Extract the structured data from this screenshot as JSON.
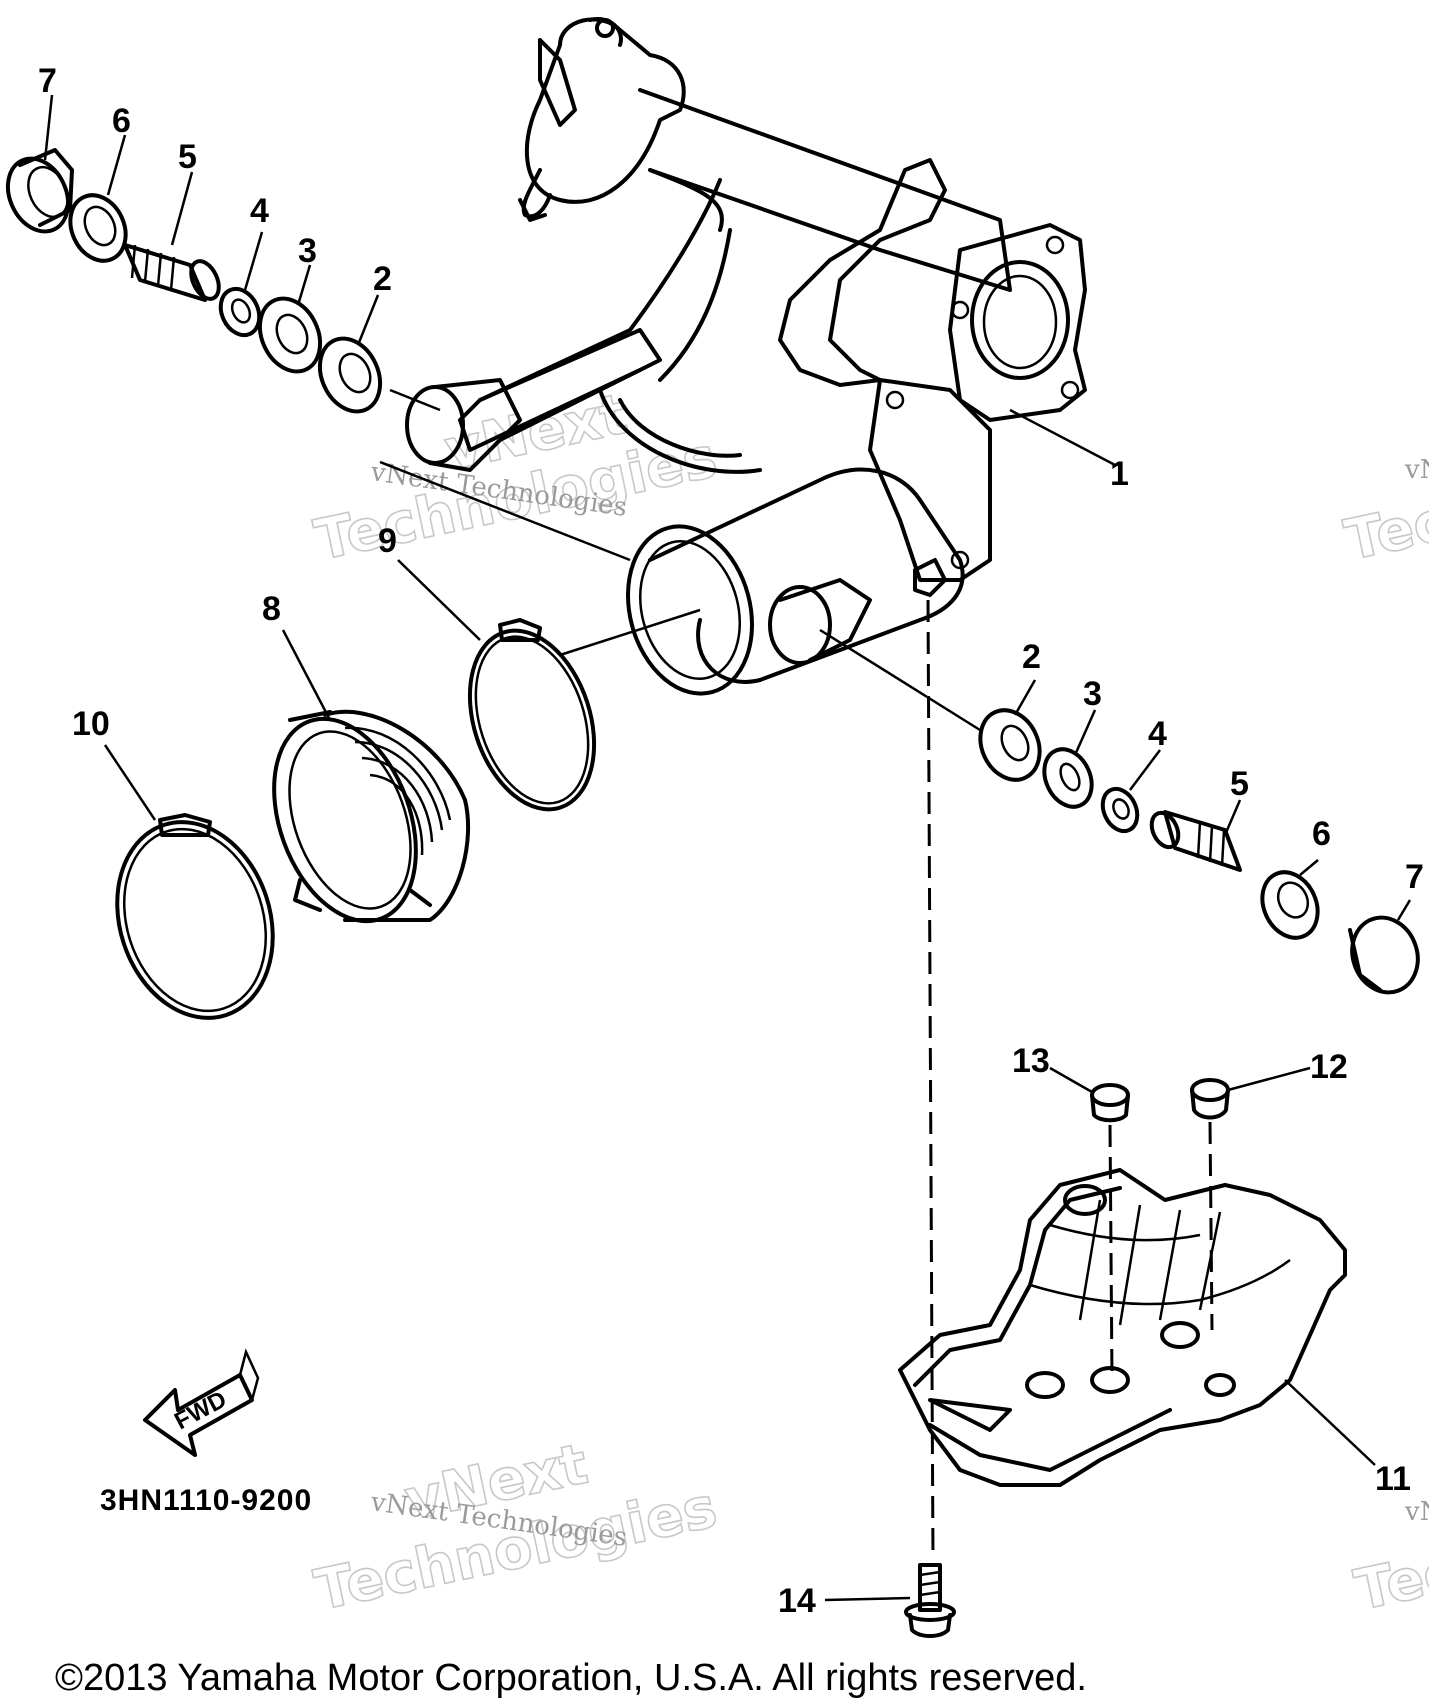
{
  "callouts": {
    "c1": "1",
    "c2a": "2",
    "c2b": "2",
    "c3a": "3",
    "c3b": "3",
    "c4a": "4",
    "c4b": "4",
    "c5a": "5",
    "c5b": "5",
    "c6a": "6",
    "c6b": "6",
    "c7a": "7",
    "c7b": "7",
    "c8": "8",
    "c9": "9",
    "c10": "10",
    "c11": "11",
    "c12": "12",
    "c13": "13",
    "c14": "14"
  },
  "fwd_label": "FWD",
  "diagram_code": "3HN1110-9200",
  "watermark": {
    "line_small": "vNext Technologies",
    "line_big_1": "vNext",
    "line_big_2": "Technologies"
  },
  "copyright": "©2013 Yamaha Motor Corporation, U.S.A. All rights reserved."
}
